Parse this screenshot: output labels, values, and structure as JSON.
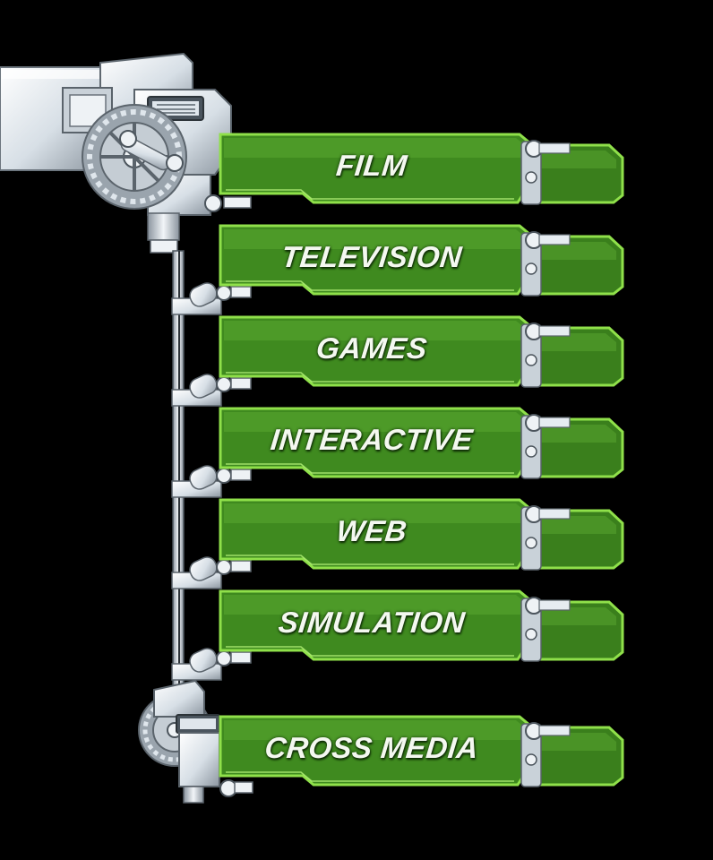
{
  "menu": {
    "items": [
      {
        "id": "film",
        "label": "FILM"
      },
      {
        "id": "television",
        "label": "TELEVISION"
      },
      {
        "id": "games",
        "label": "GAMES"
      },
      {
        "id": "interactive",
        "label": "INTERACTIVE"
      },
      {
        "id": "web",
        "label": "WEB"
      },
      {
        "id": "simulation",
        "label": "SIMULATION"
      },
      {
        "id": "cross-media",
        "label": "CROSS MEDIA"
      }
    ]
  },
  "colors": {
    "background": "#000000",
    "panel_green": "#3f8a1f",
    "panel_edge": "#8fe04a",
    "machine_metal": "#dce4ea",
    "machine_shadow": "#7d8892"
  },
  "icons": [
    "robotic-arm-icon",
    "gear-icon",
    "piston-icon",
    "hinge-icon"
  ]
}
